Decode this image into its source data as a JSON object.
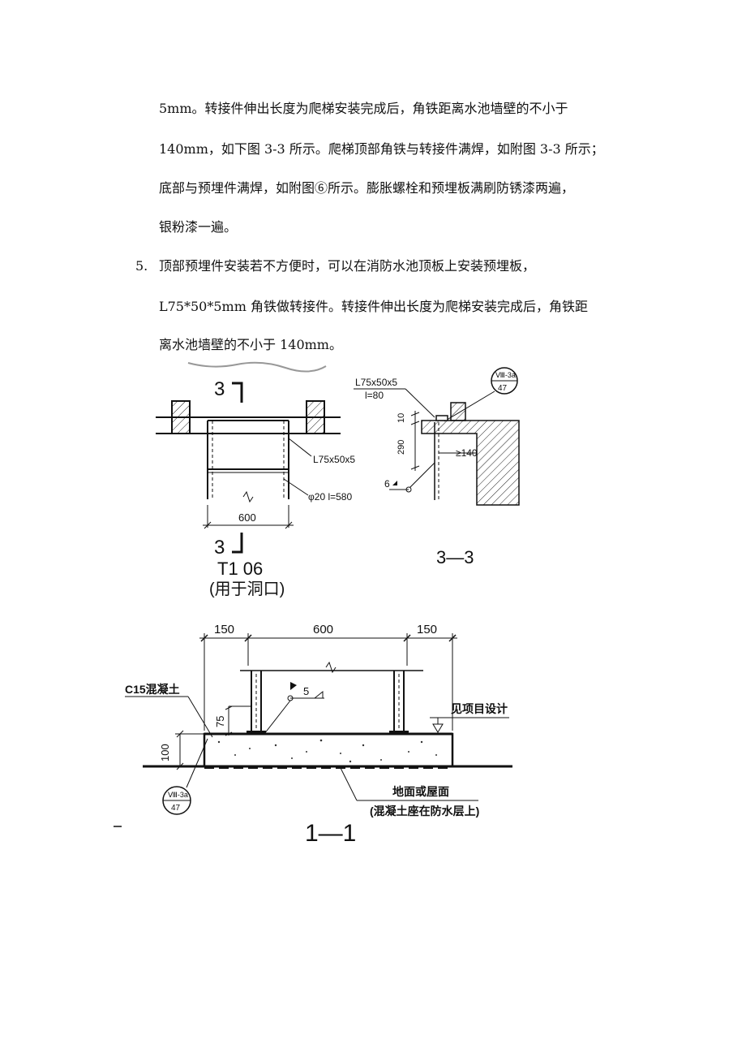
{
  "text": {
    "para4_lines": [
      "5mm。转接件伸出长度为爬梯安装完成后，角铁距离水池墙壁的不小于",
      "140mm，如下图 3-3 所示。爬梯顶部角铁与转接件满焊，如附图 3-3 所示；",
      "底部与预埋件满焊，如附图⑥所示。膨胀螺栓和预埋板满刷防锈漆两遍，",
      "银粉漆一遍。"
    ],
    "item5_number": "5.",
    "item5_lines": [
      "顶部预埋件安装若不方便时，可以在消防水池顶板上安装预埋板，",
      "L75*50*5mm 角铁做转接件。转接件伸出长度为爬梯安装完成后，角铁距",
      "离水池墙壁的不小于 140mm。"
    ]
  },
  "figure_t1": {
    "section_mark": "3",
    "label_angle": "L75x50x5",
    "label_bar": "φ20  l=580",
    "dim_width": "600",
    "title": "T1  06",
    "subtitle": "(用于洞口)"
  },
  "figure_33": {
    "label_angle": "L75x50x5",
    "label_len": "l=80",
    "dim_10": "10",
    "dim_290": "290",
    "dim_140": "≥140",
    "weld": "6",
    "detail_top": "Ⅷ-3a",
    "detail_bottom": "47",
    "title": "3—3"
  },
  "figure_11": {
    "dim_left": "150",
    "dim_mid": "600",
    "dim_right": "150",
    "label_concrete": "C15混凝土",
    "dim_75": "75",
    "dim_100": "100",
    "weld": "5",
    "label_design": "见项目设计",
    "label_ground": "地面或屋面",
    "label_note": "(混凝土座在防水层上)",
    "detail_top": "Ⅷ-3a",
    "detail_bottom": "47",
    "title": "1—1"
  }
}
